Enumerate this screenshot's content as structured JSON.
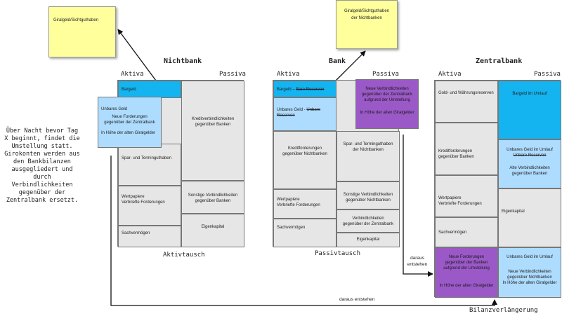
{
  "side_note": "Über Nacht bevor Tag X beginnt, findet die Umstellung statt. Girokonten werden aus den Bankbilanzen ausgegliedert und durch Verbindlichkeiten gegenüber der Zentralbank ersetzt.",
  "notes": {
    "nonbank": "Giralgeld/Sichtguthaben",
    "bank_l1": "Giralgeld/Sichtguthaben",
    "bank_l2": "der Nichtbanken"
  },
  "labels": {
    "aktiva": "Aktiva",
    "passiva": "Passiva",
    "daraus_entstehen": "daraus entstehen",
    "daraus_l1": "daraus",
    "daraus_l2": "entstehen"
  },
  "nichtbank": {
    "title": "Nichtbank",
    "bargeld": "Bargeld",
    "unbares_l1": "Unbares Geld",
    "unbares_l2": "Neue Forderungen",
    "unbares_l3": "gegenüber der Zentralbank",
    "unbares_l4": "In Höhe der alten Giralgelder",
    "spar": "Spar- und Terminguthaben",
    "wp_l1": "Wertpapiere",
    "wp_l2": "Verbriefte Forderungen",
    "sach": "Sachvermögen",
    "kredit_l1": "Kreditverbindlichkeiten",
    "kredit_l2": "gegenüber Banken",
    "sonst_l1": "Sonstige Verbindlichkeiten",
    "sonst_l2": "gegenüber Banken",
    "eigen": "Eigenkapital",
    "caption": "Aktivtausch"
  },
  "bank": {
    "title": "Bank",
    "bargeld_pre": "Bargeld – ",
    "bargeld_strike": "Bare Reserven",
    "unbares_pre": "Unbares Geld - ",
    "unbares_strike": "Unbare Reserven",
    "kredit_l1": "Kreditforderungen",
    "kredit_l2": "gegenüber Nichtbanken",
    "wp_l1": "Wertpapiere",
    "wp_l2": "Verbriefte Forderungen",
    "sach": "Sachvermögen",
    "neue_l1": "Neue Verbindlichkeiten",
    "neue_l2": "gegenüber der Zentralbank",
    "neue_l3": "aufgrund der Umstellung",
    "neue_l4": "In Höhe der alten Giralgelder",
    "spar_l1": "Spar- und Terminguthaben",
    "spar_l2": "der Nichtbanken",
    "sonst_l1": "Sonstige Verbindlichkeiten",
    "sonst_l2": "gegenüber Nichtbanken",
    "zb_l1": "Verbindlichkeiten",
    "zb_l2": "gegenüber der Zentralbank",
    "eigen": "Eigenkapital",
    "caption": "Passivtausch"
  },
  "zentralbank": {
    "title": "Zentralbank",
    "gold": "Gold- und Währungsreserven",
    "kredit_l1": "Kreditforderungen",
    "kredit_l2": "gegenüber Banken",
    "wp_l1": "Wertpapiere",
    "wp_l2": "Verbriefte Forderungen",
    "sach": "Sachvermögen",
    "neue_l1": "Neue Forderungen",
    "neue_l2": "gegenüber der Banken",
    "neue_l3": "aufgrund der Umstellung",
    "neue_l4": "In Höhe der alten Giralgelder",
    "bargeld": "Bargeld im Umlauf",
    "unbares_l1": "Unbares Geld im Umlauf",
    "unbares_strike": "Unbare Reserven",
    "unbares_l3": "Alte Verbindlichkeiten",
    "unbares_l4": "gegenüber Banken",
    "eigen": "Eigenkapital",
    "new_l1": "Unbares Geld im Umlauf",
    "new_l2": "Neue Verbindlichkeiten",
    "new_l3": "gegenüber Nichtbanken",
    "new_l4": "In Höhe der alten Giralgelder",
    "caption": "Bilanzverlängerung"
  },
  "colors": {
    "blue": "#14b4f0",
    "light_blue": "#aedcff",
    "purple": "#9b59c8",
    "note_yellow": "#ffff9c",
    "cell_grey": "#e6e6e6"
  }
}
